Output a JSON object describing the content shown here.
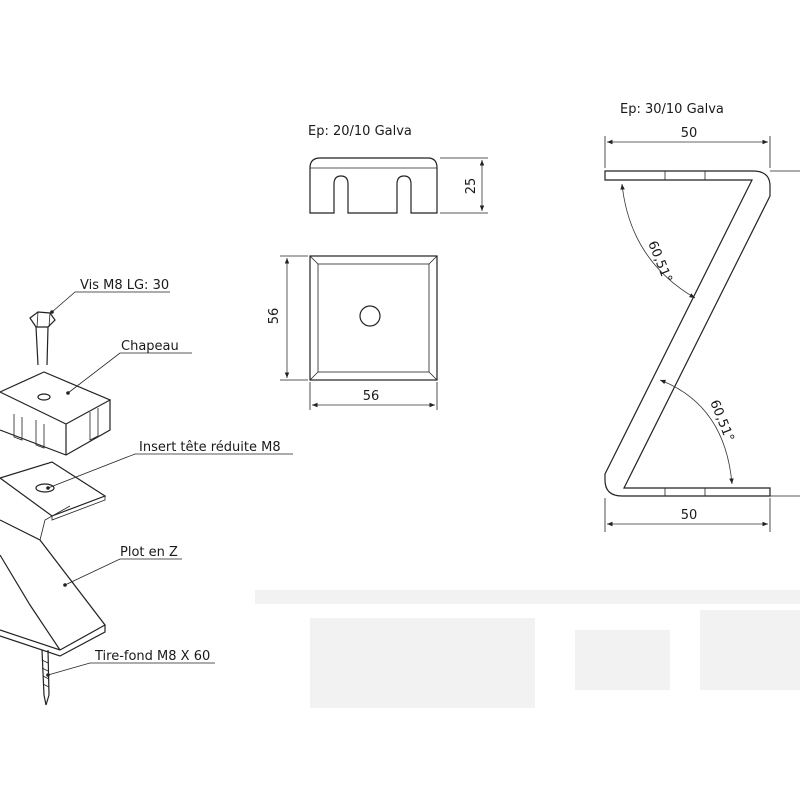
{
  "exploded_view": {
    "callouts": [
      {
        "id": "vis",
        "label": "Vis M8 LG: 30"
      },
      {
        "id": "chapeau",
        "label": "Chapeau"
      },
      {
        "id": "insert",
        "label": "Insert tête réduite M8"
      },
      {
        "id": "plot",
        "label": "Plot en Z"
      },
      {
        "id": "tirefond",
        "label": "Tire-fond M8 X 60"
      }
    ]
  },
  "cap_views": {
    "thickness_note": "Ep: 20/10 Galva",
    "height_dim": "25",
    "side_dim": "56",
    "width_dim": "56"
  },
  "z_profile": {
    "thickness_note": "Ep: 30/10 Galva",
    "top_width_dim": "50",
    "bottom_width_dim": "50",
    "top_angle": "60,51°",
    "bottom_angle": "60,51°"
  }
}
